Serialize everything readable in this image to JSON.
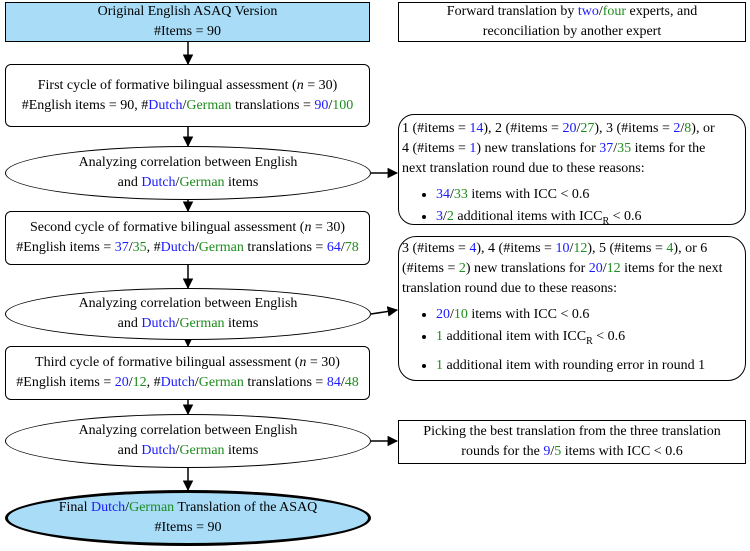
{
  "nodes": {
    "original": {
      "line1": "Original English ASAQ Version",
      "line2": "#Items = 90"
    },
    "forward": {
      "line1_a": "Forward translation by ",
      "two": "two",
      "slash": "/",
      "four": "four",
      "line1_b": " experts, and",
      "line2": "reconciliation by another expert"
    },
    "cycle1": {
      "l1_a": "First cycle of formative bilingual assessment (",
      "n": "n",
      "l1_b": " = 30)",
      "l2_a": "#English items = 90, #",
      "dutch": "Dutch",
      "slash": "/",
      "german": "German",
      "l2_b": " translations = ",
      "v_dutch": "90",
      "v_german": "100"
    },
    "analyze1": {
      "l1": "Analyzing correlation between English",
      "l2_a": "and ",
      "dutch": "Dutch",
      "slash": "/",
      "german": "German",
      "l2_b": " items"
    },
    "reasons1": {
      "l1": [
        "1 (#items = ",
        "14",
        "), 2 (#items = ",
        "20",
        "/",
        "27",
        "), 3 (#items = ",
        "2",
        "/",
        "8",
        "), or"
      ],
      "l2": [
        "4 (#items = ",
        "1",
        ") new translations for ",
        "37",
        "/",
        "35",
        " items for the"
      ],
      "l3": "next translation round due to these reasons:",
      "b1": [
        "34",
        "/",
        "33",
        " items with ICC < 0.6"
      ],
      "b2": [
        "3",
        "/",
        "2",
        " additional items with ICC",
        "R",
        " < 0.6"
      ]
    },
    "cycle2": {
      "l1_a": "Second cycle of formative bilingual assessment (",
      "n": "n",
      "l1_b": " = 30)",
      "l2_a": "#English items = ",
      "e_dutch": "37",
      "slash": "/",
      "e_german": "35",
      "l2_b": ", #",
      "dutch": "Dutch",
      "german": "German",
      "l2_c": " translations = ",
      "v_dutch": "64",
      "v_german": "78"
    },
    "analyze2": {
      "l1": "Analyzing correlation between English",
      "l2_a": "and ",
      "dutch": "Dutch",
      "slash": "/",
      "german": "German",
      "l2_b": " items"
    },
    "reasons2": {
      "l1": [
        "3 (#items = ",
        "4",
        "), 4 (#items = ",
        "10",
        "/",
        "12",
        "), 5 (#items = ",
        "4",
        "), or 6"
      ],
      "l2": [
        "(#items = ",
        "2",
        ") new translations for ",
        "20",
        "/",
        "12",
        " items for the next"
      ],
      "l3": "translation round due to these reasons:",
      "b1": [
        "20",
        "/",
        "10",
        " items with ICC < 0.6"
      ],
      "b2": [
        "1",
        " additional item with ICC",
        "R",
        " < 0.6"
      ],
      "b3": [
        "1",
        " additional item with rounding error in round 1"
      ]
    },
    "cycle3": {
      "l1_a": "Third cycle of formative bilingual assessment (",
      "n": "n",
      "l1_b": " = 30)",
      "l2_a": "#English items = ",
      "e_dutch": "20",
      "slash": "/",
      "e_german": "12",
      "l2_b": ", #",
      "dutch": "Dutch",
      "german": "German",
      "l2_c": " translations = ",
      "v_dutch": "84",
      "v_german": "48"
    },
    "analyze3": {
      "l1": "Analyzing correlation between English",
      "l2_a": "and ",
      "dutch": "Dutch",
      "slash": "/",
      "german": "German",
      "l2_b": " items"
    },
    "picking": {
      "l1": "Picking the best translation from the three translation",
      "l2_a": "rounds for the ",
      "dutch": "9",
      "slash": "/",
      "german": "5",
      "l2_b": " items with ICC < 0.6"
    },
    "final": {
      "l1_a": "Final ",
      "dutch": "Dutch",
      "slash": "/",
      "german": "German",
      "l1_b": " Translation of the ASAQ",
      "l2": "#Items = 90"
    }
  }
}
